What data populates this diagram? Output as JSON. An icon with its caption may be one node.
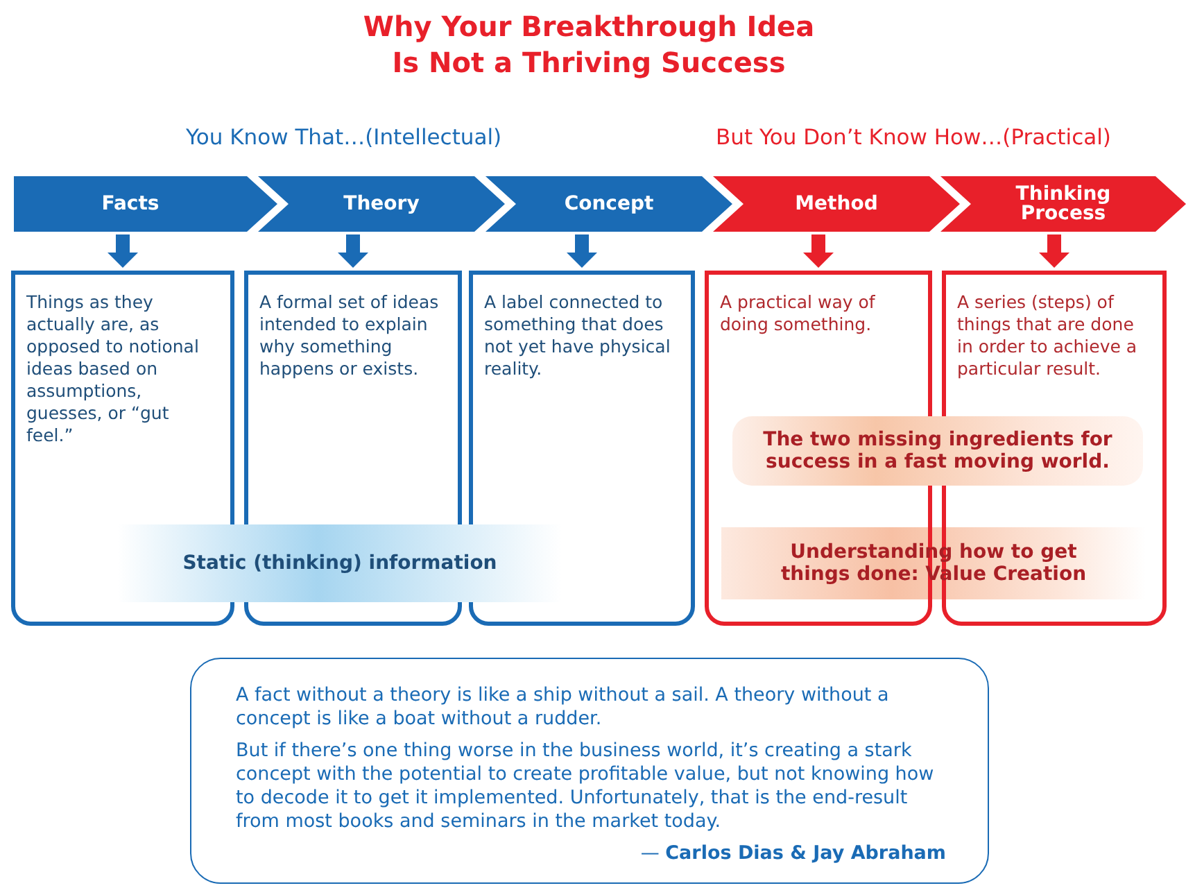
{
  "diagram": {
    "title": "Why Your Breakthrough Idea Is Not a Thriving Success",
    "nodes": [
      {
        "text": [
          "Facts"
        ]
      },
      {
        "text": [
          "Theory"
        ]
      },
      {
        "text": [
          "Concept"
        ]
      },
      {
        "text": [
          "Method"
        ]
      },
      {
        "text": [
          "Thinking Process"
        ]
      },
      {
        "text": [
          "Things as they actually are, as opposed to notional ideas based on assumptions, guesses, or “gut feel.”"
        ]
      },
      {
        "text": [
          "A formal set of ideas intended to explain why something happens or exists."
        ]
      },
      {
        "text": [
          "A label connected to something that does not yet have physical reality."
        ]
      },
      {
        "text": [
          "A practical way of doing something."
        ]
      },
      {
        "text": [
          "A series (steps) of things that are done in order to achieve a particular result."
        ]
      },
      {
        "text": [
          "Static (thinking) information"
        ]
      },
      {
        "text": [
          "The two missing ingredients for success in a fast moving world."
        ]
      },
      {
        "text": [
          "Understanding how to get things done: Value Creation"
        ]
      },
      {
        "text": [
          "A fact without a theory is like a ship without a sail. A theory without a concept is like a boat without a rudder.",
          "But if there’s one thing worse in the business world, it’s creating a stark concept with the potential to create profitable value, but not knowing how to decode it to get it implemented. Unfortunately, that is the end-result from most books and seminars in the market today.",
          "— **Carlos Dias & Jay Abraham**"
        ]
      }
    ],
    "edges": [
      {
        "from": 0,
        "to": 5,
        "arrow": "to"
      },
      {
        "from": 1,
        "to": 6,
        "arrow": "to"
      },
      {
        "from": 2,
        "to": 7,
        "arrow": "to"
      },
      {
        "from": 3,
        "to": 8,
        "arrow": "to",
        "color": "#e8202a"
      },
      {
        "from": 4,
        "to": 9,
        "arrow": "to",
        "color": "#e8202a"
      }
    ],
    "labels": [
      "You Know That…(Intellectual)",
      "But You Don’t Know How…(Practical)"
    ]
  }
}
